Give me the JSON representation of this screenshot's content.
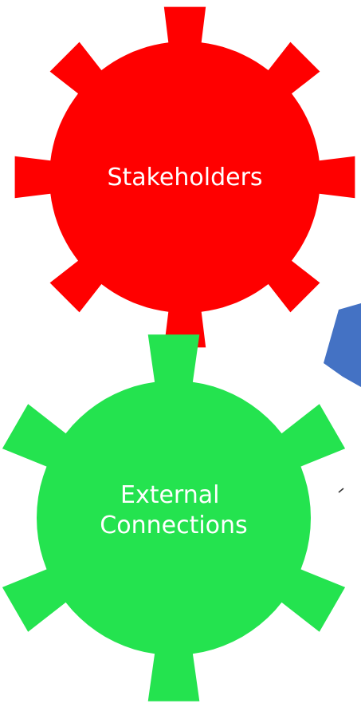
{
  "diagram": {
    "gears": [
      {
        "id": "stakeholders",
        "label_lines": [
          "Stakeholders"
        ],
        "color": "#ff0000"
      },
      {
        "id": "external-connections",
        "label_lines": [
          "External",
          "Connections"
        ],
        "color": "#24e34f"
      }
    ],
    "partial_shape": {
      "color": "#4472c4"
    },
    "stray_mark": {
      "color": "#333333"
    }
  }
}
